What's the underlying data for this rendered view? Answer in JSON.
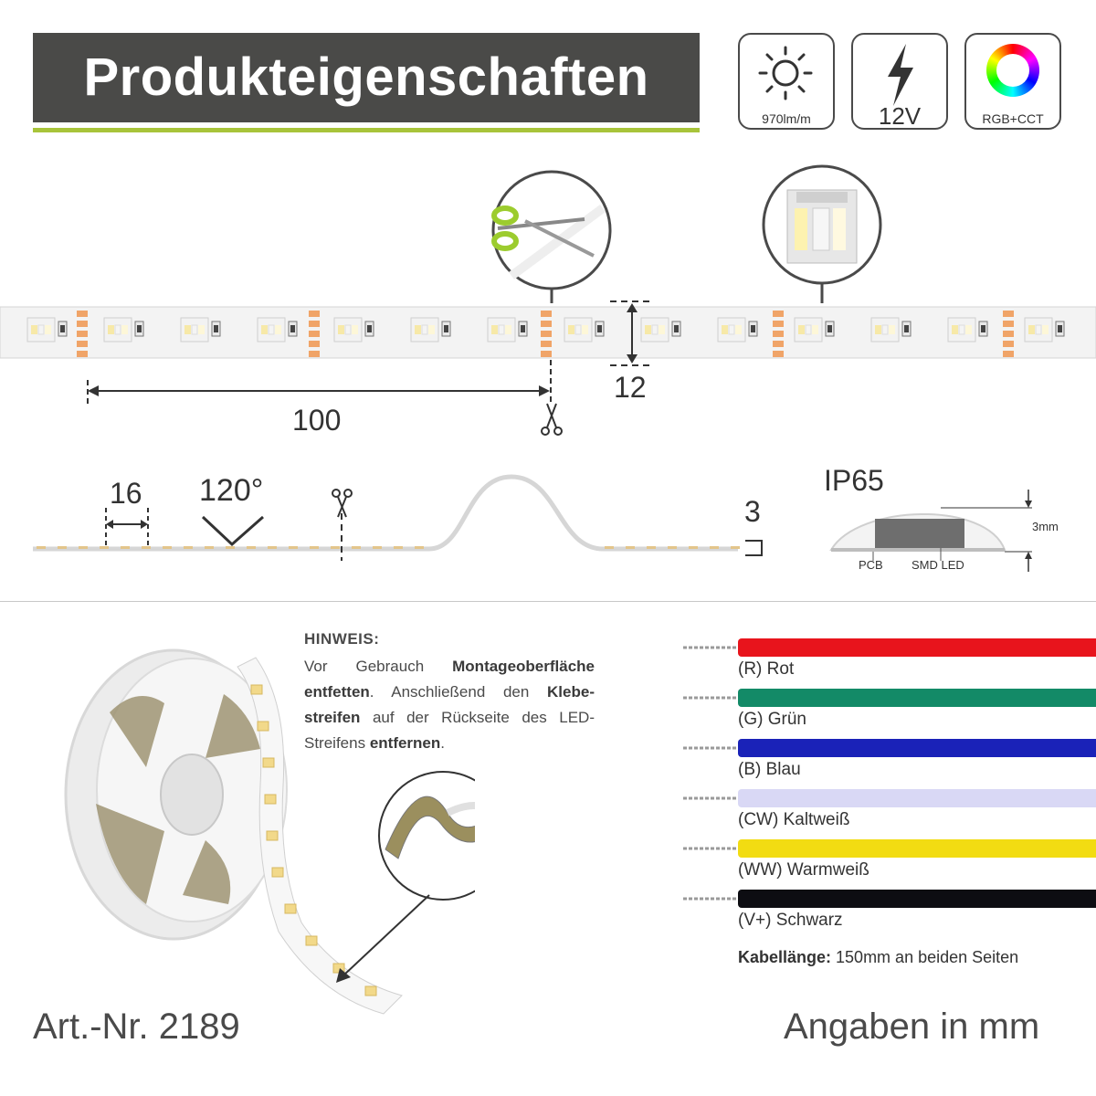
{
  "title": "Produkteigenschaften",
  "specs": [
    {
      "icon": "sun-icon",
      "label": "970lm/m"
    },
    {
      "icon": "lightning-icon",
      "label": "12V"
    },
    {
      "icon": "color-wheel-icon",
      "label": "RGB+CCT"
    }
  ],
  "dimensions": {
    "cut_interval": "100",
    "strip_width": "12",
    "led_pitch": "16",
    "beam_angle": "120°",
    "strip_height": "3",
    "ip_rating": "IP65",
    "profile_height": "3mm",
    "pcb_label": "PCB",
    "smd_label": "SMD LED"
  },
  "note": {
    "title": "HINWEIS:",
    "part1": "Vor Gebrauch ",
    "bold1": "Montageoberfläche entfetten",
    "part2": ". Anschließend den ",
    "bold2": "Klebe-streifen",
    "part3": " auf der Rückseite des LED-Streifens ",
    "bold3": "entfernen",
    "part4": "."
  },
  "wires": [
    {
      "label": "(R) Rot",
      "color": "#e8141c"
    },
    {
      "label": "(G) Grün",
      "color": "#138a67"
    },
    {
      "label": "(B) Blau",
      "color": "#1a22b8"
    },
    {
      "label": "(CW) Kaltweiß",
      "color": "#d9d8f5"
    },
    {
      "label": "(WW) Warmweiß",
      "color": "#f2dc12"
    },
    {
      "label": "(V+) Schwarz",
      "color": "#0d0d12"
    }
  ],
  "cable_note_bold": "Kabellänge:",
  "cable_note_rest": " 150mm an beiden Seiten",
  "article_number": "Art.-Nr. 2189",
  "units_note": "Angaben in mm"
}
